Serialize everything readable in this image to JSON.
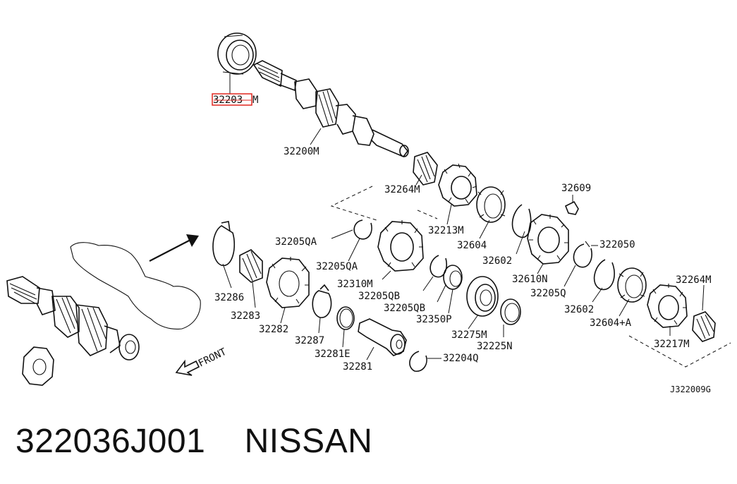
{
  "highlight_color": "#e0261f",
  "labels": {
    "p322030_prefix": "32203",
    "p322030_suffix": "M",
    "p32200M": "32200M",
    "p32264M_top": "32264M",
    "p32213M": "32213M",
    "p32609": "32609",
    "p32205QA_1": "32205QA",
    "p32205QA_2": "32205QA",
    "p32310M": "32310M",
    "p32604": "32604",
    "p32602_1": "32602",
    "p32610N": "32610N",
    "p322050_right": "322050",
    "p32205Q": "32205Q",
    "p32286": "32286",
    "p32283": "32283",
    "p32282": "32282",
    "p32205QB_1": "32205QB",
    "p32205QB_2": "32205QB",
    "p32350P": "32350P",
    "p32275M": "32275M",
    "p32602_2": "32602",
    "p32604A": "32604+A",
    "p32264M_right": "32264M",
    "p32217M": "32217M",
    "p32287": "32287",
    "p32281E": "32281E",
    "p32281": "32281",
    "p32225N": "32225N",
    "p32204Q": "32204Q",
    "front": "FRONT",
    "drawing_code": "J322009G"
  },
  "caption": {
    "part_number": "322036J001",
    "brand": "NISSAN"
  },
  "icons": [
    "arrow-icon",
    "front-arrow-icon"
  ]
}
